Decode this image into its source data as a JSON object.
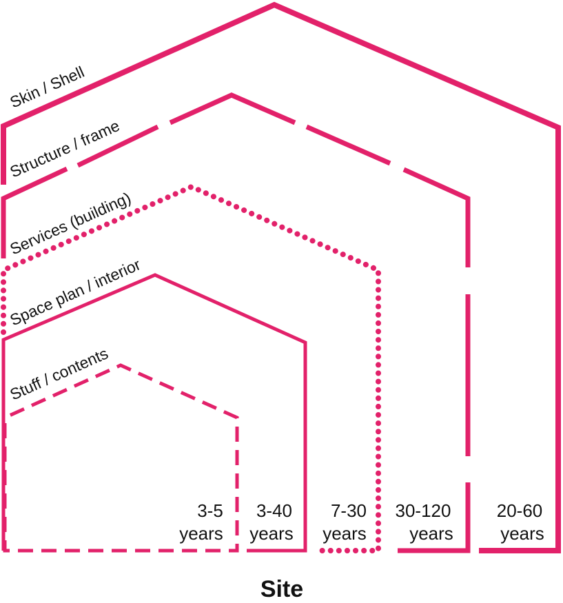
{
  "colors": {
    "accent": "#E2216A",
    "text": "#111111"
  },
  "layers": [
    {
      "id": "skin",
      "label": "Skin / Shell",
      "years_line1": "20-60",
      "years_line2": "years",
      "line_style": "solid-thick"
    },
    {
      "id": "structure",
      "label": "Structure / frame",
      "years_line1": "30-120",
      "years_line2": "years",
      "line_style": "long-dash"
    },
    {
      "id": "services",
      "label": "Services (building)",
      "years_line1": "7-30",
      "years_line2": "years",
      "line_style": "dotted"
    },
    {
      "id": "space",
      "label": "Space plan / interior",
      "years_line1": "3-40",
      "years_line2": "years",
      "line_style": "solid-thin"
    },
    {
      "id": "stuff",
      "label": "Stuff / contents",
      "years_line1": "3-5",
      "years_line2": "years",
      "line_style": "dashed"
    }
  ],
  "site_label": "Site"
}
